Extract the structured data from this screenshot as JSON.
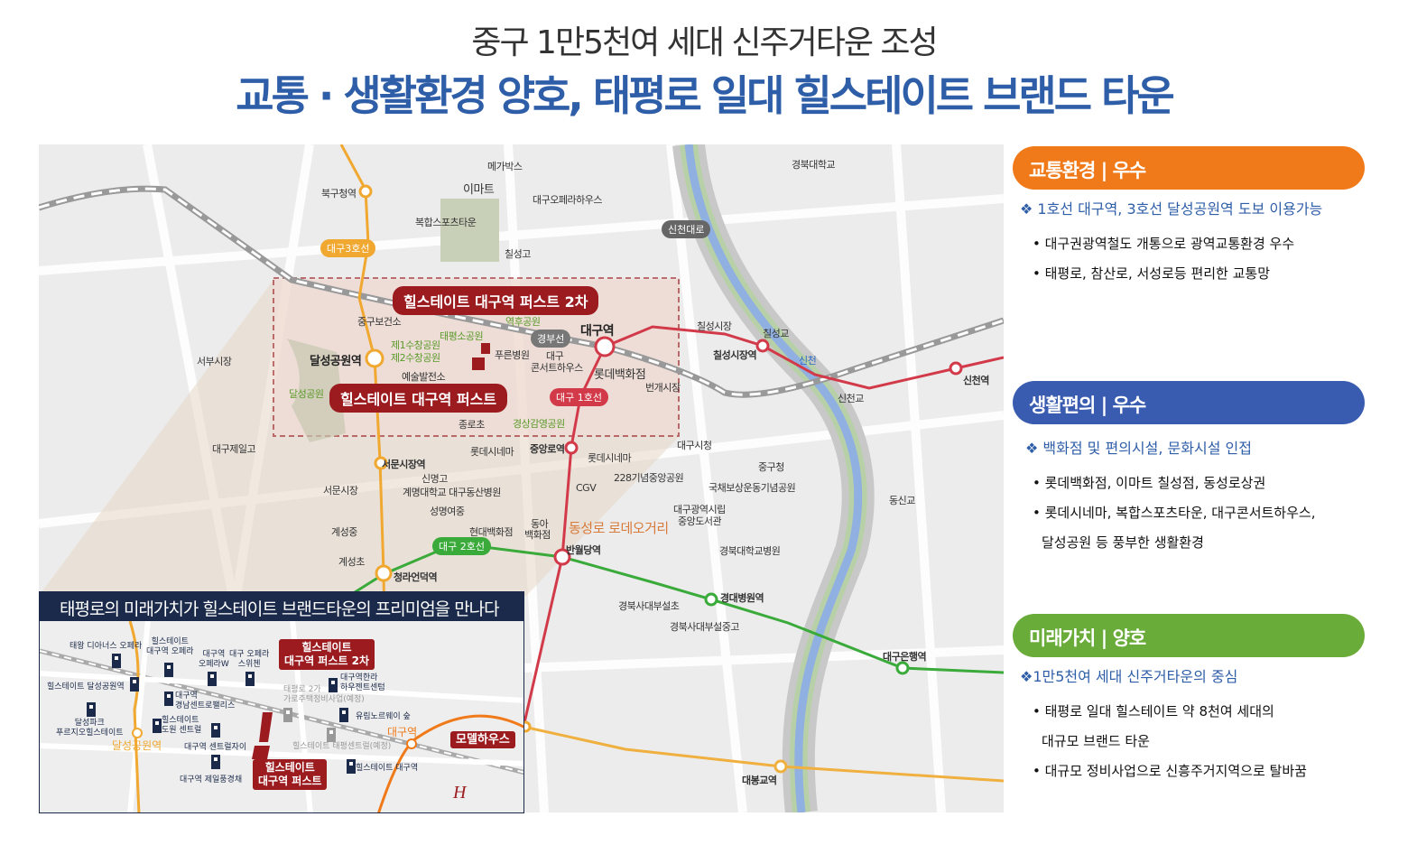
{
  "title": "중구 1만5천여 세대 신주거타운 조성",
  "subtitle": "교통 · 생활환경 양호, 태평로 일대 힐스테이트 브랜드 타운",
  "colors": {
    "line1": "#d23a4a",
    "line2": "#3aaa3a",
    "line3": "#f0a830",
    "callout": "#9b1b1f",
    "transport": "#f07a1a",
    "living": "#3a5cb0",
    "future": "#6aac3a",
    "title_blue": "#2f5ea8"
  },
  "map": {
    "labels": [
      "메가박스",
      "이마트",
      "대구오페라하우스",
      "북구청역",
      "복합스포츠타운",
      "칠성고",
      "경북대학교",
      "중구보건소",
      "역후공원",
      "태평소공원",
      "대구역",
      "제1수창공원",
      "제2수창공원",
      "달성공원역",
      "푸른병원",
      "대구",
      "콘서트하우스",
      "롯데백화점",
      "예술발전소",
      "번개시장",
      "서부시장",
      "달성공원",
      "종로초",
      "경상감영공원",
      "칠성시장",
      "칠성교",
      "칠성시장역",
      "신천",
      "신천교",
      "신천역",
      "대구제일고",
      "롯데시네마",
      "중앙로역",
      "롯데시네마",
      "대구시청",
      "서문시장역",
      "신명고",
      "서문시장",
      "계명대학교 대구동산병원",
      "228기념중앙공원",
      "CGV",
      "중구청",
      "국채보상운동기념공원",
      "대구광역시립",
      "중앙도서관",
      "동신교",
      "성명여중",
      "계성중",
      "현대백화점",
      "동아",
      "백화점",
      "동성로 로데오거리",
      "반월당역",
      "경북대학교병원",
      "계성초",
      "청라언덕역",
      "경대병원역",
      "경북사대부설초",
      "경북사대부설중고",
      "대구은행역",
      "대봉교역"
    ],
    "badges": {
      "line3": "대구3호선",
      "shincheon": "신천대로",
      "gyeongbu": "경부선",
      "line1": "대구 1호선",
      "line2": "대구 2호선"
    },
    "callouts": {
      "second": "힐스테이트 대구역 퍼스트 2차",
      "first": "힐스테이트 대구역 퍼스트"
    }
  },
  "inset": {
    "title": "태평로의 미래가치가 힐스테이트 브랜드타운의 프리미엄을 만나다",
    "labels": [
      "태왕 디아너스 오페라",
      "힐스테이트\n대구역 오페라",
      "대구역\n오페라W",
      "대구 오페라\n스위첸",
      "힐스테이트 달성공원역",
      "대구역\n경남센트로팰리스",
      "달성파크\n푸르지오힐스테이트",
      "힐스테이트\n도원 센트럴",
      "대구역 센트럴자이",
      "대구역 제일풍경채",
      "대구역한라\n하우젠트센텀",
      "태평로 2가\n가로주택정비사업(예정)",
      "유림노르웨이 숲",
      "힐스테이트 태평센트럴(예정)",
      "힐스테이트 대구역",
      "달성공원역",
      "대구역"
    ],
    "callout_second": "힐스테이트\n대구역 퍼스트 2차",
    "callout_first": "힐스테이트\n대구역 퍼스트",
    "model_house": "모델하우스"
  },
  "panels": [
    {
      "title": "교통환경 | 우수",
      "headline": "❖ 1호선 대구역, 3호선 달성공원역 도보 이용가능",
      "items": [
        "• 대구권광역철도 개통으로 광역교통환경 우수",
        "• 태평로, 참산로, 서성로등 편리한 교통망"
      ]
    },
    {
      "title": "생활편의 | 우수",
      "headline": "❖ 백화점 및 편의시설, 문화시설 인접",
      "items": [
        "• 롯데백화점, 이마트 칠성점, 동성로상권",
        "• 롯데시네마, 복합스포츠타운, 대구콘서트하우스,",
        "달성공원 등 풍부한 생활환경"
      ]
    },
    {
      "title": "미래가치 | 양호",
      "headline": "❖1만5천여 세대 신주거타운의 중심",
      "items": [
        "• 태평로 일대 힐스테이트 약 8천여 세대의",
        "대규모 브랜드 타운",
        "• 대규모 정비사업으로 신흥주거지역으로 탈바꿈"
      ]
    }
  ]
}
